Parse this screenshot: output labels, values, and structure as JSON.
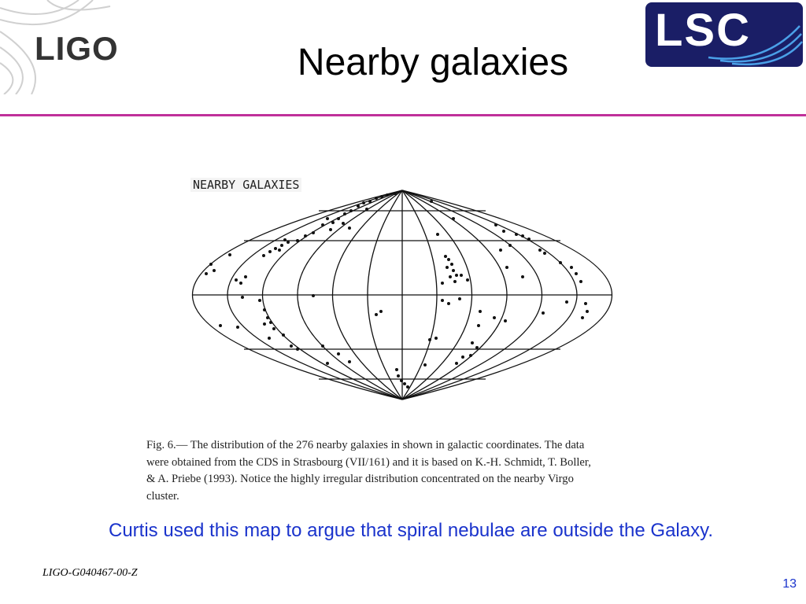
{
  "header": {
    "logo_left": "LIGO",
    "title": "Nearby galaxies",
    "logo_right": "LSC"
  },
  "figure": {
    "map_title": "NEARBY GALAXIES",
    "caption_lines": [
      "Fig. 6.— The distribution of the 276 nearby galaxies in shown in galactic coordinates.  The data",
      "were obtained from the CDS in Strasbourg (VII/161) and it is based on K.-H. Schmidt, T. Boller,",
      "& A. Priebe (1993).  Notice the highly irregular distribution concentrated on the nearby Virgo",
      "cluster."
    ]
  },
  "body": {
    "note": "Curtis used this map to argue that spiral nebulae are outside the Galaxy."
  },
  "footer": {
    "doc_id": "LIGO-G040467-00-Z",
    "page_number": "13"
  },
  "colors": {
    "rule": "#c0309a",
    "note_text": "#1a33cc",
    "lsc_background": "#1a1e66"
  },
  "icons": {
    "ligo_swirl": "ligo-swirl-icon",
    "lsc_waves": "lsc-wave-icon"
  }
}
